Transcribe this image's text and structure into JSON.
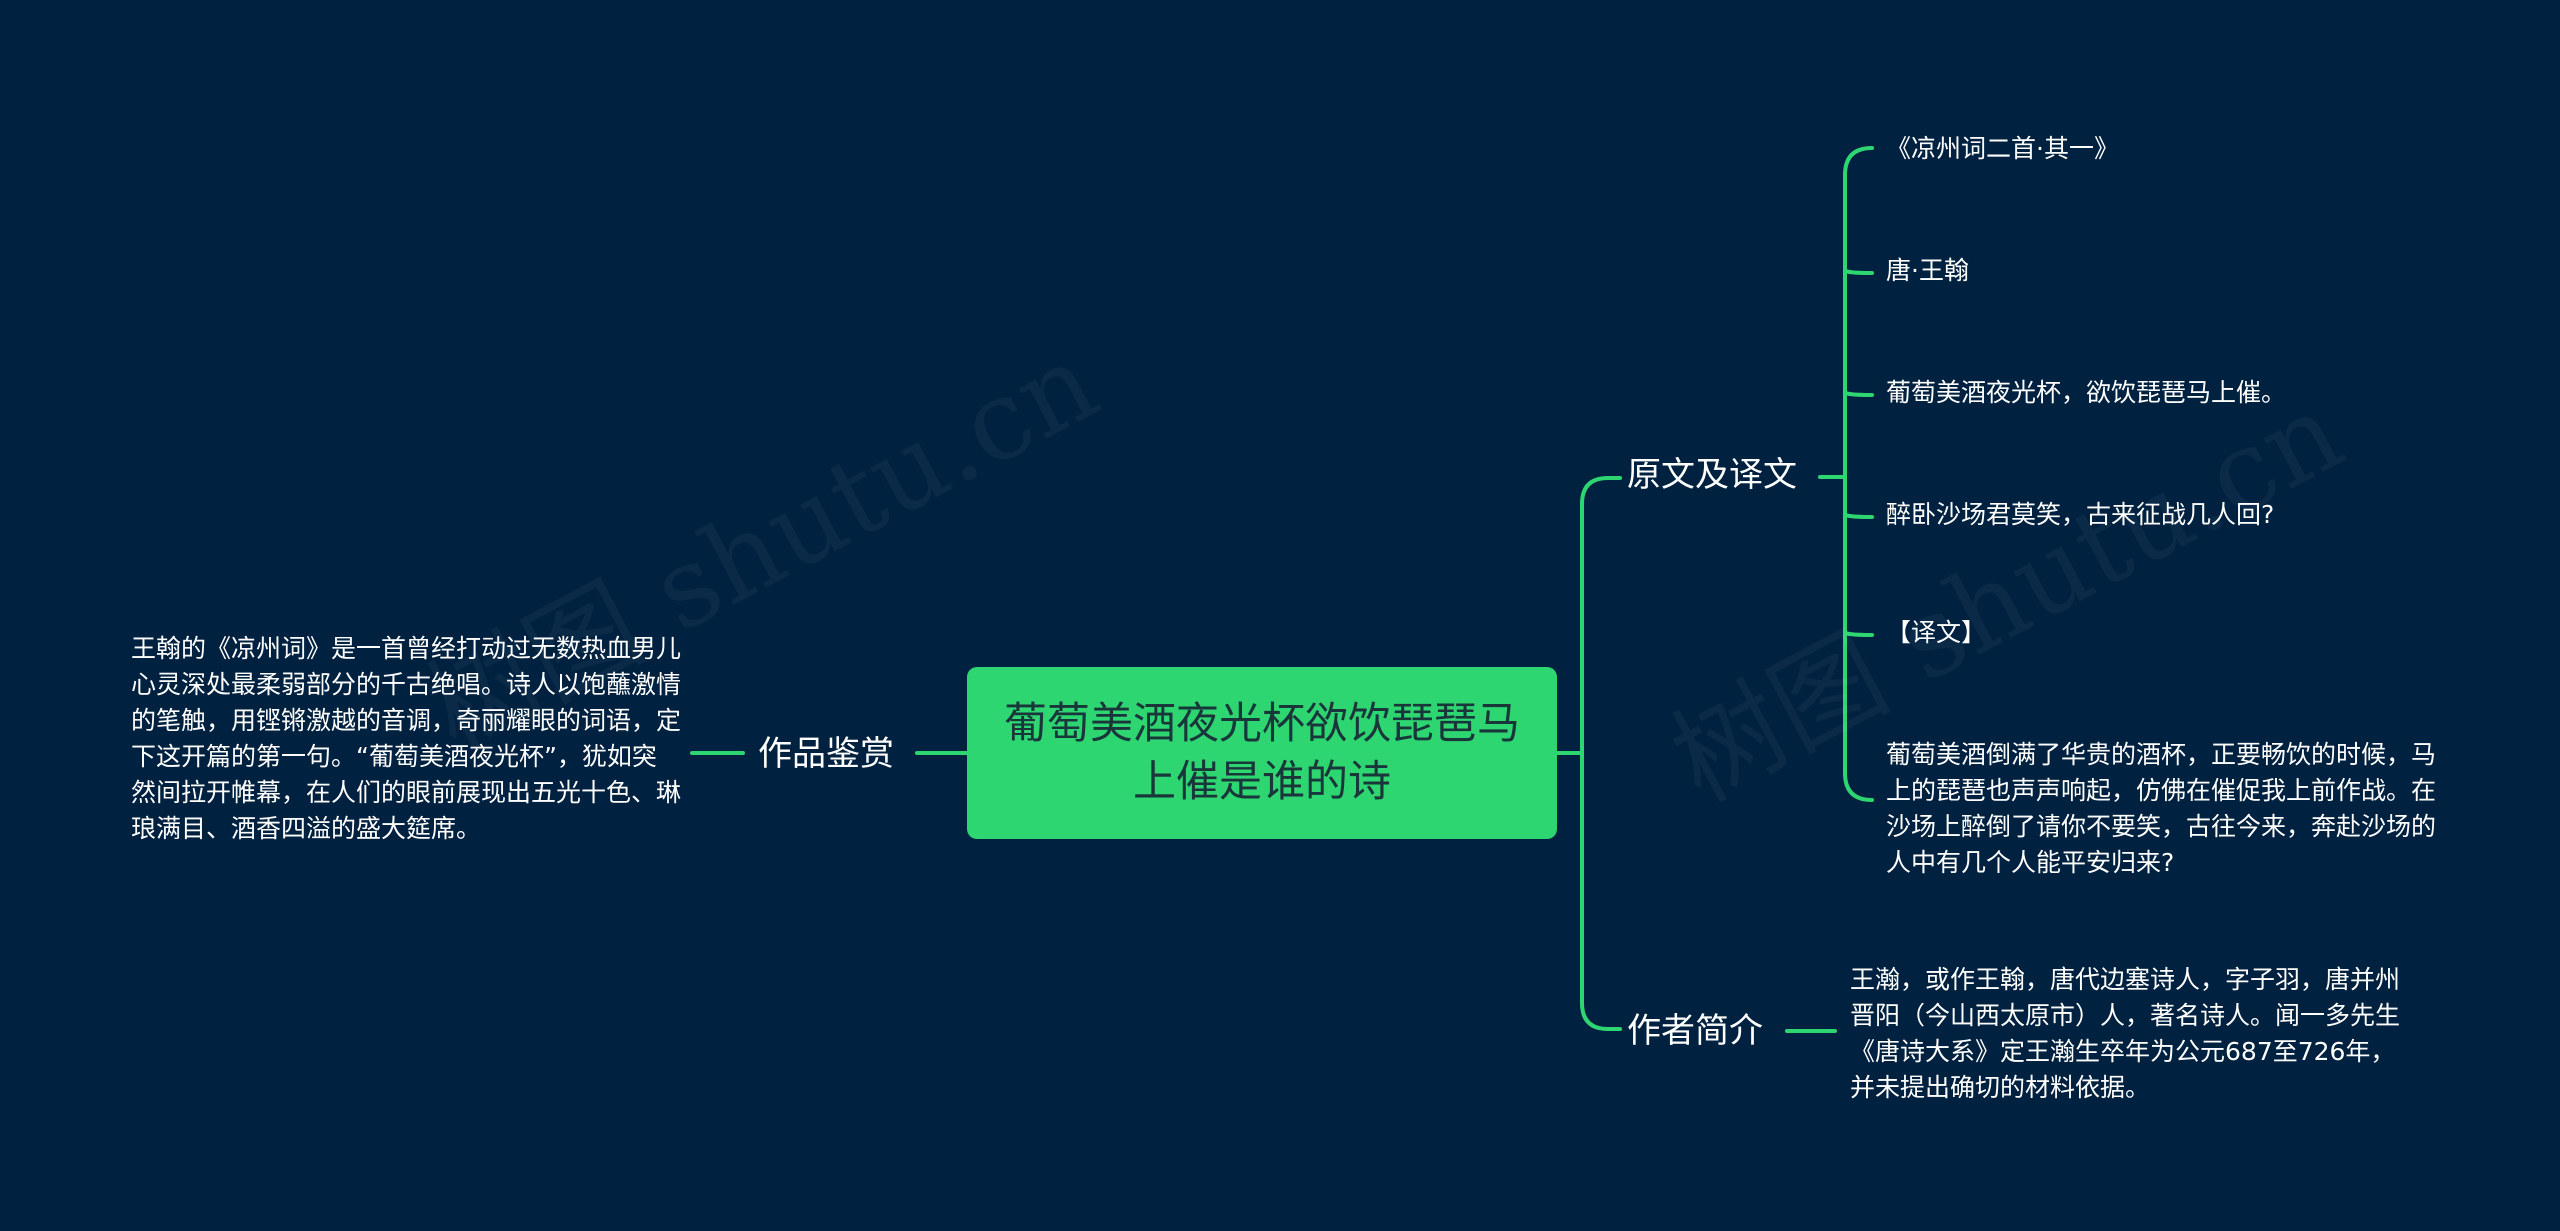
{
  "watermark": [
    "树图 shutu.cn",
    "树图 shutu.cn"
  ],
  "root": {
    "label": "葡萄美酒夜光杯欲饮琵琶马上催是谁的诗"
  },
  "branches": {
    "yuanwen": {
      "label": "原文及译文",
      "leaves": [
        "《凉州词二首·其一》",
        "唐·王翰",
        "葡萄美酒夜光杯，欲饮琵琶马上催。",
        "醉卧沙场君莫笑，古来征战几人回?",
        "【译文】",
        "葡萄美酒倒满了华贵的酒杯，正要畅饮的时候，马上的琵琶也声声响起，仿佛在催促我上前作战。在沙场上醉倒了请你不要笑，古往今来，奔赴沙场的人中有几个人能平安归来?"
      ]
    },
    "zuozhe": {
      "label": "作者简介",
      "leaf": "王瀚，或作王翰，唐代边塞诗人，字子羽，唐并州晋阳（今山西太原市）人，著名诗人。闻一多先生《唐诗大系》定王瀚生卒年为公元687至726年，并未提出确切的材料依据。"
    },
    "jianshang": {
      "label": "作品鉴赏",
      "leaf": "王翰的《凉州词》是一首曾经打动过无数热血男儿心灵深处最柔弱部分的千古绝唱。诗人以饱蘸激情的笔触，用铿锵激越的音调，奇丽耀眼的词语，定下这开篇的第一句。“葡萄美酒夜光杯”，犹如突然间拉开帷幕，在人们的眼前展现出五光十色、琳琅满目、酒香四溢的盛大筵席。"
    }
  },
  "colors": {
    "background": "#00213f",
    "root_fill": "#2ed672",
    "root_text": "#19373a",
    "line": "#2ed672",
    "text": "#ffffff"
  }
}
